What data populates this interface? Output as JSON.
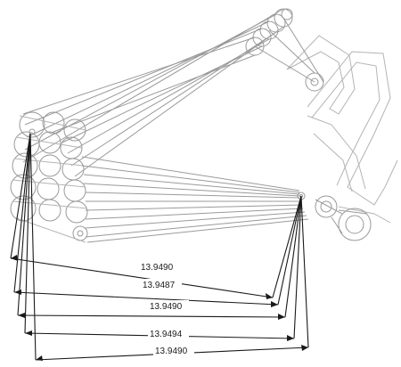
{
  "drawing": {
    "dimensions": [
      {
        "id": "d1",
        "value": "13.9490"
      },
      {
        "id": "d2",
        "value": "13.9487"
      },
      {
        "id": "d3",
        "value": "13.9490"
      },
      {
        "id": "d4",
        "value": "13.9494"
      },
      {
        "id": "d5",
        "value": "13.9490"
      }
    ]
  }
}
